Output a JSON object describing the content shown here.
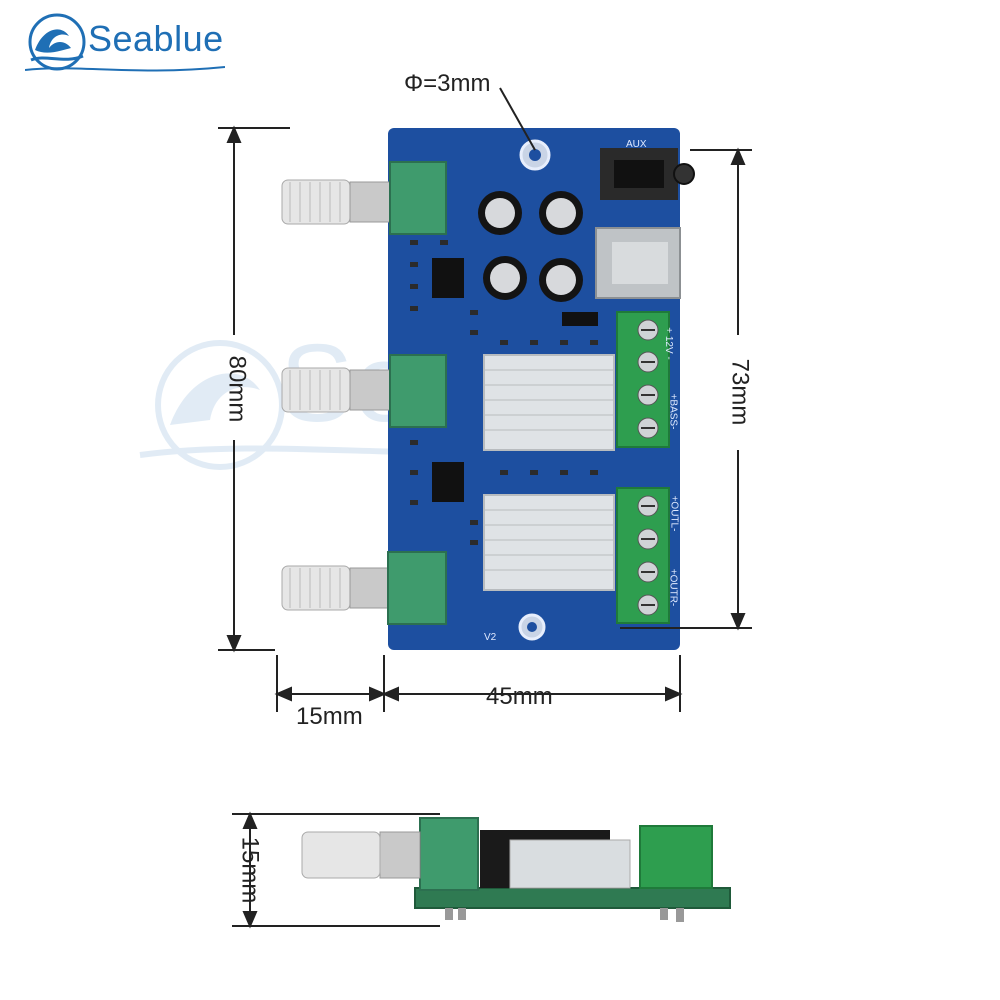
{
  "brand": {
    "name": "Seablue",
    "logo_icon": "wave-logo-icon",
    "color": "#1f6fb5"
  },
  "dimensions": {
    "hole": "Φ=3mm",
    "height_total": "80mm",
    "height_pcb": "73mm",
    "knob_depth": "15mm",
    "width_pcb": "45mm",
    "side_height": "15mm"
  },
  "board": {
    "color": "#1d4fa0",
    "aux_label": "AUX",
    "power_label": "+ 12V -",
    "bass_label": "+BASS-",
    "out_label": "+OUTL-",
    "outr_label": "+OUTR-",
    "version": "V2"
  },
  "colors": {
    "terminal": "#2e9e4f",
    "pot": "#3f9b6d",
    "heatsink": "#d9dde0",
    "line": "#222222"
  }
}
